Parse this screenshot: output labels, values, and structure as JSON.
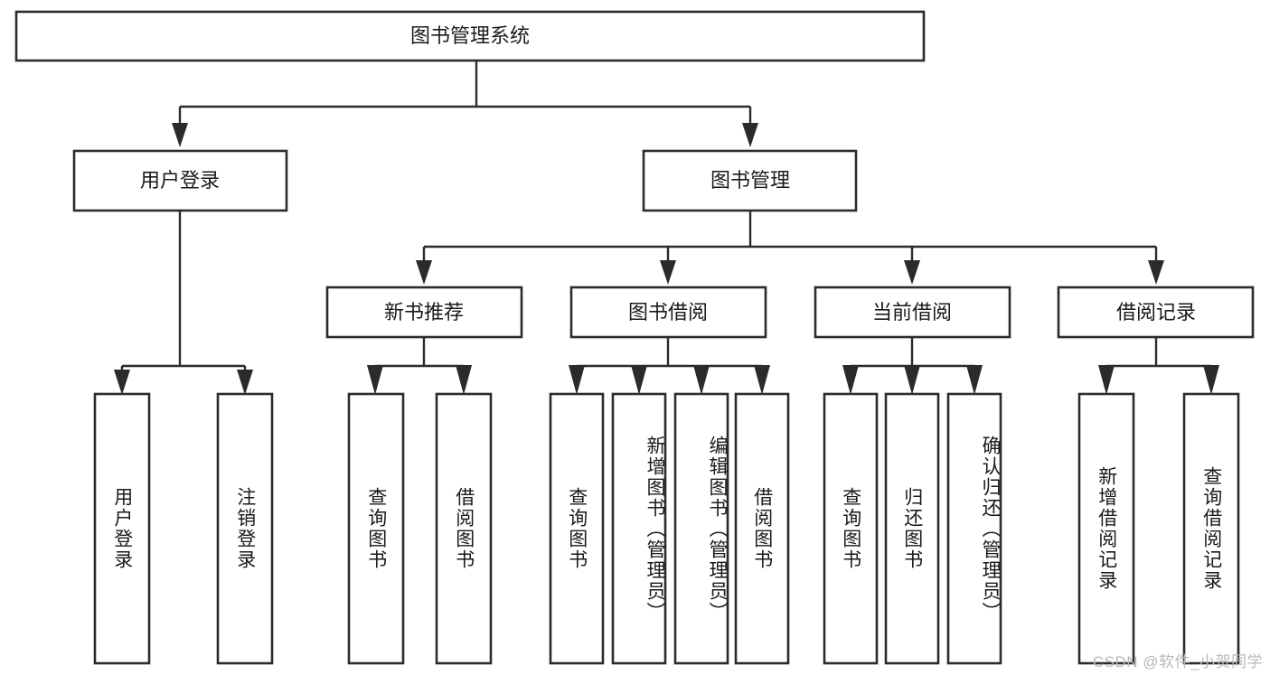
{
  "diagram": {
    "type": "tree-hierarchy",
    "title": "图书管理系统",
    "watermark": "CSDN @软件_小贺同学",
    "colors": {
      "box_stroke": "#2b2b2b",
      "box_fill": "#ffffff",
      "connector": "#2b2b2b",
      "text": "#1a1a1a",
      "background": "#ffffff",
      "watermark": "#b9b9b9"
    },
    "levels": {
      "root": {
        "label": "图书管理系统"
      },
      "level2": [
        {
          "label": "用户登录"
        },
        {
          "label": "图书管理"
        }
      ],
      "level3": [
        {
          "label": "新书推荐"
        },
        {
          "label": "图书借阅"
        },
        {
          "label": "当前借阅"
        },
        {
          "label": "借阅记录"
        }
      ],
      "leaves": {
        "user_login": [
          {
            "label": "用户登录"
          },
          {
            "label": "注销登录"
          }
        ],
        "new_book_recommend": [
          {
            "label": "查询图书"
          },
          {
            "label": "借阅图书"
          }
        ],
        "book_borrow": [
          {
            "label": "查询图书"
          },
          {
            "label": "新增图书（管理员）"
          },
          {
            "label": "编辑图书（管理员）"
          },
          {
            "label": "借阅图书"
          }
        ],
        "current_borrow": [
          {
            "label": "查询图书"
          },
          {
            "label": "归还图书"
          },
          {
            "label": "确认归还（管理员）"
          }
        ],
        "borrow_record": [
          {
            "label": "新增借阅记录"
          },
          {
            "label": "查询借阅记录"
          }
        ]
      }
    }
  }
}
